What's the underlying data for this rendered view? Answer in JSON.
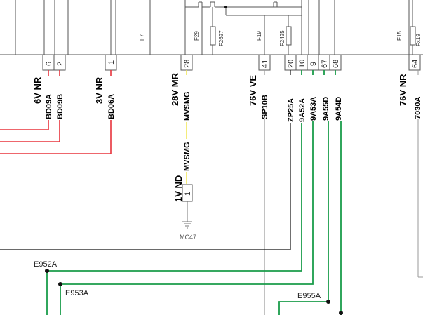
{
  "colors": {
    "red": "#e8333c",
    "green": "#1a9c4a",
    "yellow": "#f2e85a",
    "black": "#111111",
    "gray": "#9a9a9a",
    "box": "#555555"
  },
  "fuses": {
    "f7": "F7",
    "f29": "F29",
    "f2627": "F2627",
    "f19": "F19",
    "f2425": "F2425",
    "f15": "F15",
    "fx19": "Fx19"
  },
  "connectors": {
    "c6v_nr": "6V NR",
    "c3v_nr": "3V NR",
    "c28v_mr": "28V MR",
    "c76v_ve": "76V VE",
    "c76v_nr": "76V NR",
    "c1v_nd": "1V ND"
  },
  "pins": {
    "p6": "6",
    "p2": "2",
    "p1": "1",
    "p28": "28",
    "p41": "41",
    "p20": "20",
    "p10": "10",
    "p9": "9",
    "p67": "67",
    "p68": "68",
    "p64": "64",
    "p1b": "1"
  },
  "wires": {
    "bd09a": "BD09A",
    "bd09b": "BD09B",
    "bd06a": "BD06A",
    "mvsmg": "MVSMG",
    "mvsmg2": "MVSMG",
    "sp10b": "SP10B",
    "zp25a": "ZP25A",
    "w9a52a": "9A52A",
    "w9a53a": "9A53A",
    "w9a55d": "9A55D",
    "w9a54d": "9A54D",
    "w7030a": "7030A"
  },
  "splices": {
    "e952a": "E952A",
    "e953a": "E953A",
    "e955a": "E955A"
  },
  "ground": {
    "mc47": "MC47"
  }
}
